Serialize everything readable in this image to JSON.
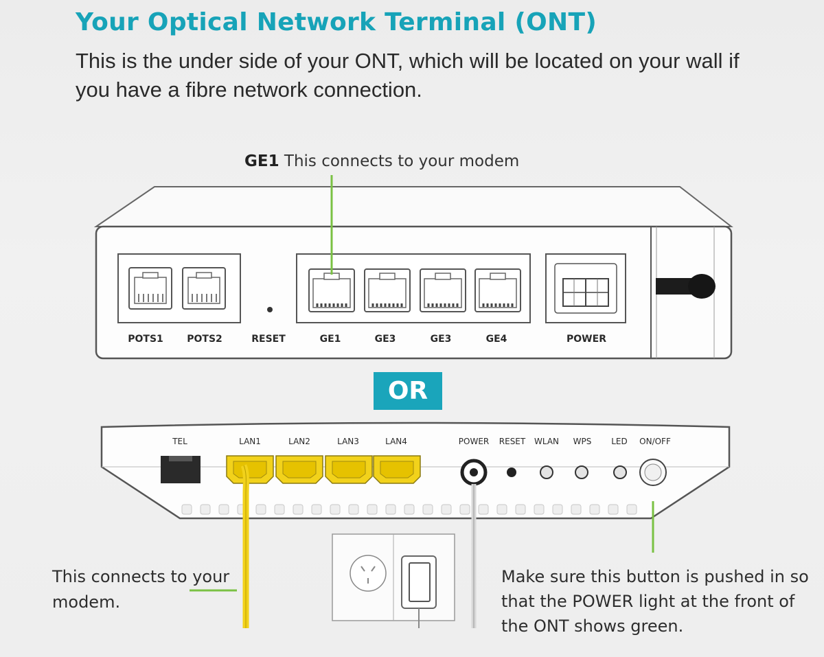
{
  "header": {
    "title": "Your Optical Network Terminal (ONT)",
    "intro": "This is the under side of your ONT, which will be located on your wall if you have a fibre network connection."
  },
  "ge1_callout": {
    "port": "GE1",
    "text": "This connects to your modem"
  },
  "ont_top": {
    "port_labels": [
      "POTS1",
      "POTS2",
      "RESET",
      "GE1",
      "GE3",
      "GE3",
      "GE4",
      "POWER"
    ]
  },
  "or_label": "OR",
  "ont_bottom": {
    "port_labels": [
      "TEL",
      "LAN1",
      "LAN2",
      "LAN3",
      "LAN4",
      "POWER",
      "RESET",
      "WLAN",
      "WPS",
      "LED",
      "ON/OFF"
    ]
  },
  "notes": {
    "left": "This connects to your modem.",
    "right": "Make sure this button is pushed in so that the POWER light at the front of the ONT shows green."
  },
  "colors": {
    "title": "#17a3b8",
    "or_badge": "#1aa5bb",
    "callout_line": "#7ac143",
    "cable_yellow": "#f2d21b"
  }
}
